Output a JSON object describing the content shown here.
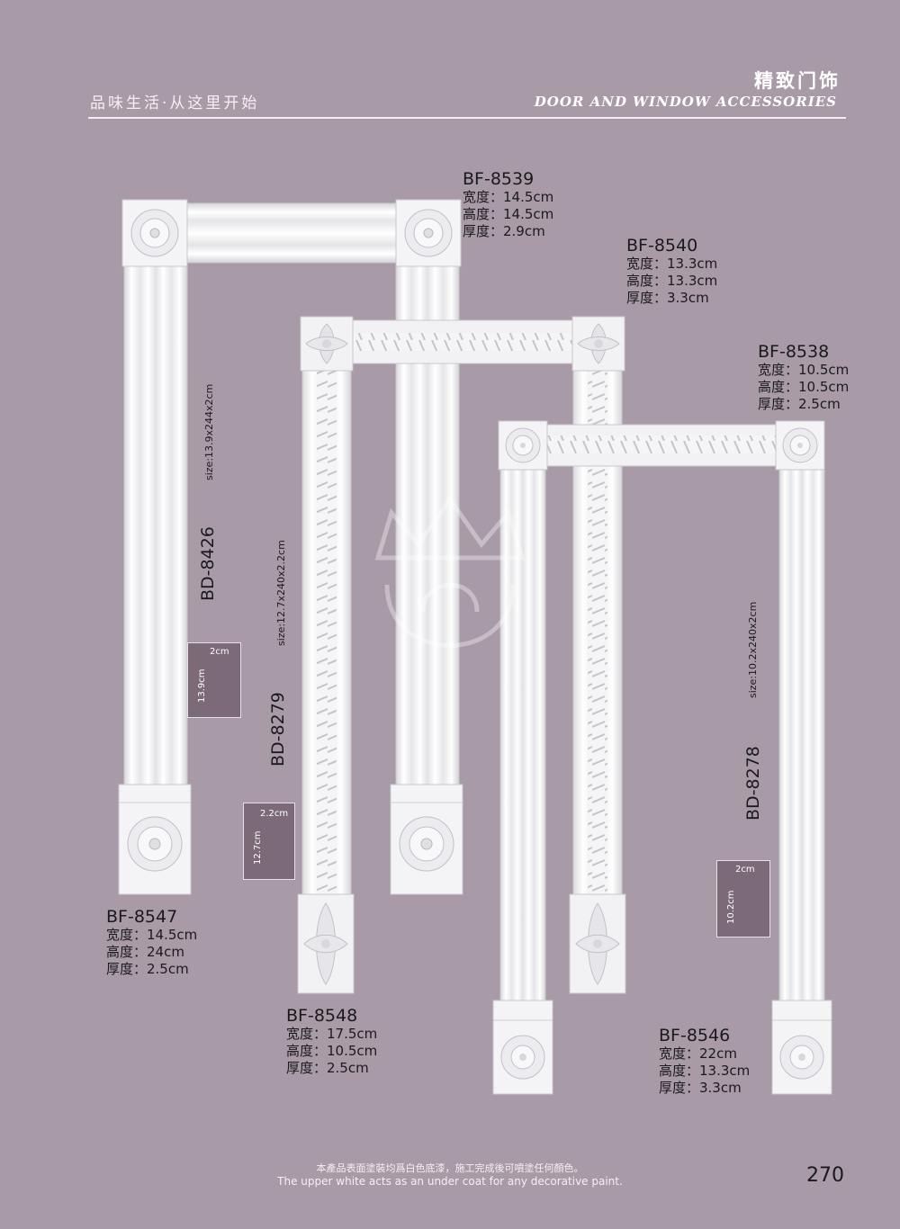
{
  "header": {
    "slogan": "品味生活·从这里开始",
    "title_cn": "精致门饰",
    "title_en": "DOOR AND WINDOW ACCESSORIES"
  },
  "specs": {
    "bf8539": {
      "code": "BF-8539",
      "width": "宽度：14.5cm",
      "height": "高度：14.5cm",
      "thickness": "厚度：2.9cm"
    },
    "bf8540": {
      "code": "BF-8540",
      "width": "宽度：13.3cm",
      "height": "高度：13.3cm",
      "thickness": "厚度：3.3cm"
    },
    "bf8538": {
      "code": "BF-8538",
      "width": "宽度：10.5cm",
      "height": "高度：10.5cm",
      "thickness": "厚度：2.5cm"
    },
    "bf8547": {
      "code": "BF-8547",
      "width": "宽度：14.5cm",
      "height": "高度：24cm",
      "thickness": "厚度：2.5cm"
    },
    "bf8548": {
      "code": "BF-8548",
      "width": "宽度：17.5cm",
      "height": "高度：10.5cm",
      "thickness": "厚度：2.5cm"
    },
    "bf8546": {
      "code": "BF-8546",
      "width": "宽度：22cm",
      "height": "高度：13.3cm",
      "thickness": "厚度：3.3cm"
    }
  },
  "casings": {
    "bd8426": {
      "code": "BD-8426",
      "size": "size:13.9x244x2cm",
      "profile_w": "2cm",
      "profile_h": "13.9cm"
    },
    "bd8279": {
      "code": "BD-8279",
      "size": "size:12.7x240x2.2cm",
      "profile_w": "2.2cm",
      "profile_h": "12.7cm"
    },
    "bd8278": {
      "code": "BD-8278",
      "size": "size:10.2x240x2cm",
      "profile_w": "2cm",
      "profile_h": "10.2cm"
    }
  },
  "footer": {
    "note_cn": "本產品表面塗裝均爲白色底漆，施工完成後可噴塗任何顏色。",
    "note_en": "The upper white acts as an under coat for any decorative paint.",
    "page_number": "270"
  }
}
